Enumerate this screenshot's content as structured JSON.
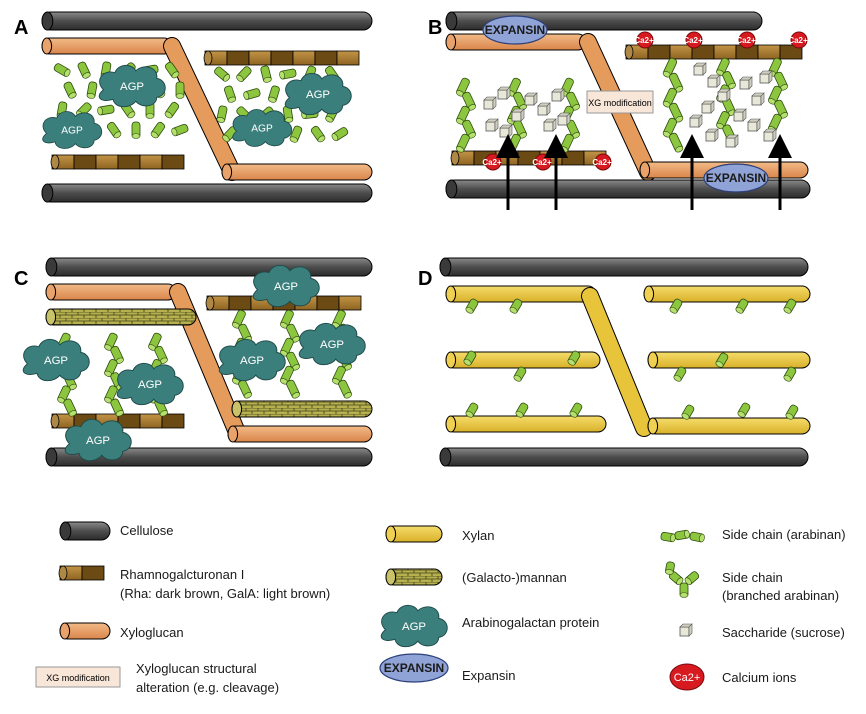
{
  "panels": {
    "a": "A",
    "b": "B",
    "c": "C",
    "d": "D"
  },
  "labels": {
    "agp": "AGP",
    "expansin": "EXPANSIN",
    "xg_modification": "XG modification",
    "ca": "Ca",
    "ca_sup": "2+"
  },
  "legend": {
    "cellulose": "Cellulose",
    "rg1_line1": "Rhamnogalcturonan I",
    "rg1_line2": "(Rha: dark brown, GalA: light brown)",
    "xyloglucan": "Xyloglucan",
    "xg_alt_line1": "Xyloglucan structural",
    "xg_alt_line2": "alteration (e.g. cleavage)",
    "xylan": "Xylan",
    "mannan": "(Galacto-)mannan",
    "agp": "Arabinogalactan protein",
    "expansin": "Expansin",
    "side_chain": "Side chain (arabinan)",
    "branched_line1": "Side chain",
    "branched_line2": "(branched arabinan)",
    "saccharide": "Saccharide (sucrose)",
    "calcium": "Calcium ions"
  },
  "colors": {
    "cellulose": "#4d4d4d",
    "rg1_dark": "#6b4a14",
    "rg1_light": "#a57a2e",
    "xyloglucan": "#e59b5c",
    "xylan": "#e8c43a",
    "mannan": "#b6b04e",
    "agp": "#3b7f7c",
    "expansin": "#8fa3d6",
    "side_chain": "#8cc63f",
    "saccharide": "#e8e8d8",
    "calcium": "#d71920"
  }
}
